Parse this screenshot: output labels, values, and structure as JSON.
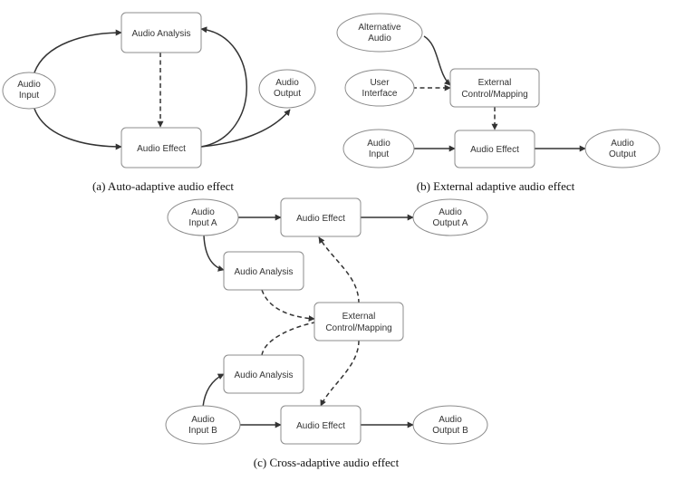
{
  "diagram_a": {
    "caption": "(a) Auto-adaptive audio effect",
    "audio_analysis": "Audio Analysis",
    "audio_input": [
      "Audio",
      "Input"
    ],
    "audio_output": [
      "Audio",
      "Output"
    ],
    "audio_effect": "Audio Effect"
  },
  "diagram_b": {
    "caption": "(b) External adaptive audio effect",
    "alternative_audio": [
      "Alternative",
      "Audio"
    ],
    "user_interface": [
      "User",
      "Interface"
    ],
    "external_control": [
      "External",
      "Control/Mapping"
    ],
    "audio_input": [
      "Audio",
      "Input"
    ],
    "audio_effect": "Audio Effect",
    "audio_output": [
      "Audio",
      "Output"
    ]
  },
  "diagram_c": {
    "caption": "(c) Cross-adaptive audio effect",
    "audio_input_a": [
      "Audio",
      "Input A"
    ],
    "audio_effect_a": "Audio Effect",
    "audio_output_a": [
      "Audio",
      "Output A"
    ],
    "audio_analysis_a": "Audio Analysis",
    "external_control": [
      "External",
      "Control/Mapping"
    ],
    "audio_analysis_b": "Audio Analysis",
    "audio_input_b": [
      "Audio",
      "Input B"
    ],
    "audio_effect_b": "Audio Effect",
    "audio_output_b": [
      "Audio",
      "Output B"
    ]
  },
  "colors": {
    "node_border": "#8c8c8c",
    "edge": "#333333",
    "text": "#333333"
  }
}
